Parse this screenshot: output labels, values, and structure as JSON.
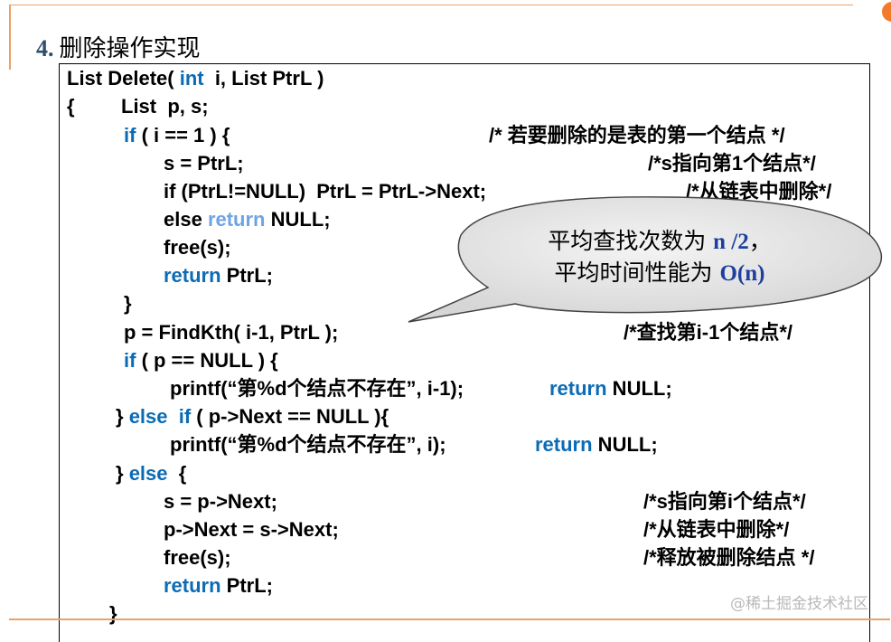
{
  "heading": {
    "number": "4.",
    "title": "删除操作实现"
  },
  "code": {
    "l1_a": "List Delete( ",
    "l1_int": "int",
    "l1_b": "  i, List PtrL )",
    "l2_brace": "{",
    "l2_b": "List  p, s;",
    "l3_if": "if",
    "l3_b": " ( i == 1 ) {",
    "l4": "s = PtrL;",
    "l5": "if (PtrL!=NULL)  PtrL = PtrL->Next;",
    "l6_a": "else ",
    "l6_ret": "return",
    "l6_b": " NULL;",
    "l7": "free(s);",
    "l8_ret": "return",
    "l8_b": " PtrL;",
    "l9": "}",
    "l10": "p = FindKth( i-1, PtrL );",
    "l11_if": "if",
    "l11_b": " ( p == NULL ) {",
    "l12_a": "printf(“第%d个结点不存在”, i-1);",
    "l12_ret": "return",
    "l12_b": " NULL;",
    "l13_a": "} ",
    "l13_else": "else  if",
    "l13_b": " ( p->Next == NULL ){",
    "l14_a": "printf(“第%d个结点不存在”, i);",
    "l14_ret": "return",
    "l14_b": " NULL;",
    "l15_a": "} ",
    "l15_else": "else",
    "l15_b": "  {",
    "l16": "s = p->Next;",
    "l17": "p->Next = s->Next;",
    "l18": "free(s);",
    "l19_ret": "return",
    "l19_b": " PtrL;",
    "l20": "}"
  },
  "comments": {
    "c3": "/* 若要删除的是表的第一个结点 */",
    "c4": "/*s指向第1个结点*/",
    "c5": "/*从链表中删除*/",
    "c10": "/*查找第i-1个结点*/",
    "c16": "/*s指向第i个结点*/",
    "c17": "/*从链表中删除*/",
    "c18": "/*释放被删除结点 */"
  },
  "callout": {
    "line1_a": "平均查找次数为 ",
    "line1_hl": "n /2",
    "line1_b": "，",
    "line2_a": "平均时间性能为 ",
    "line2_hl": "O(n)"
  },
  "watermark": "@稀土掘金技术社区",
  "colors": {
    "keyword": "#0b6bb5",
    "keyword_light": "#6fa3e8",
    "accent_rule": "#e8a26a",
    "callout_fill": "#e3e3e3"
  }
}
